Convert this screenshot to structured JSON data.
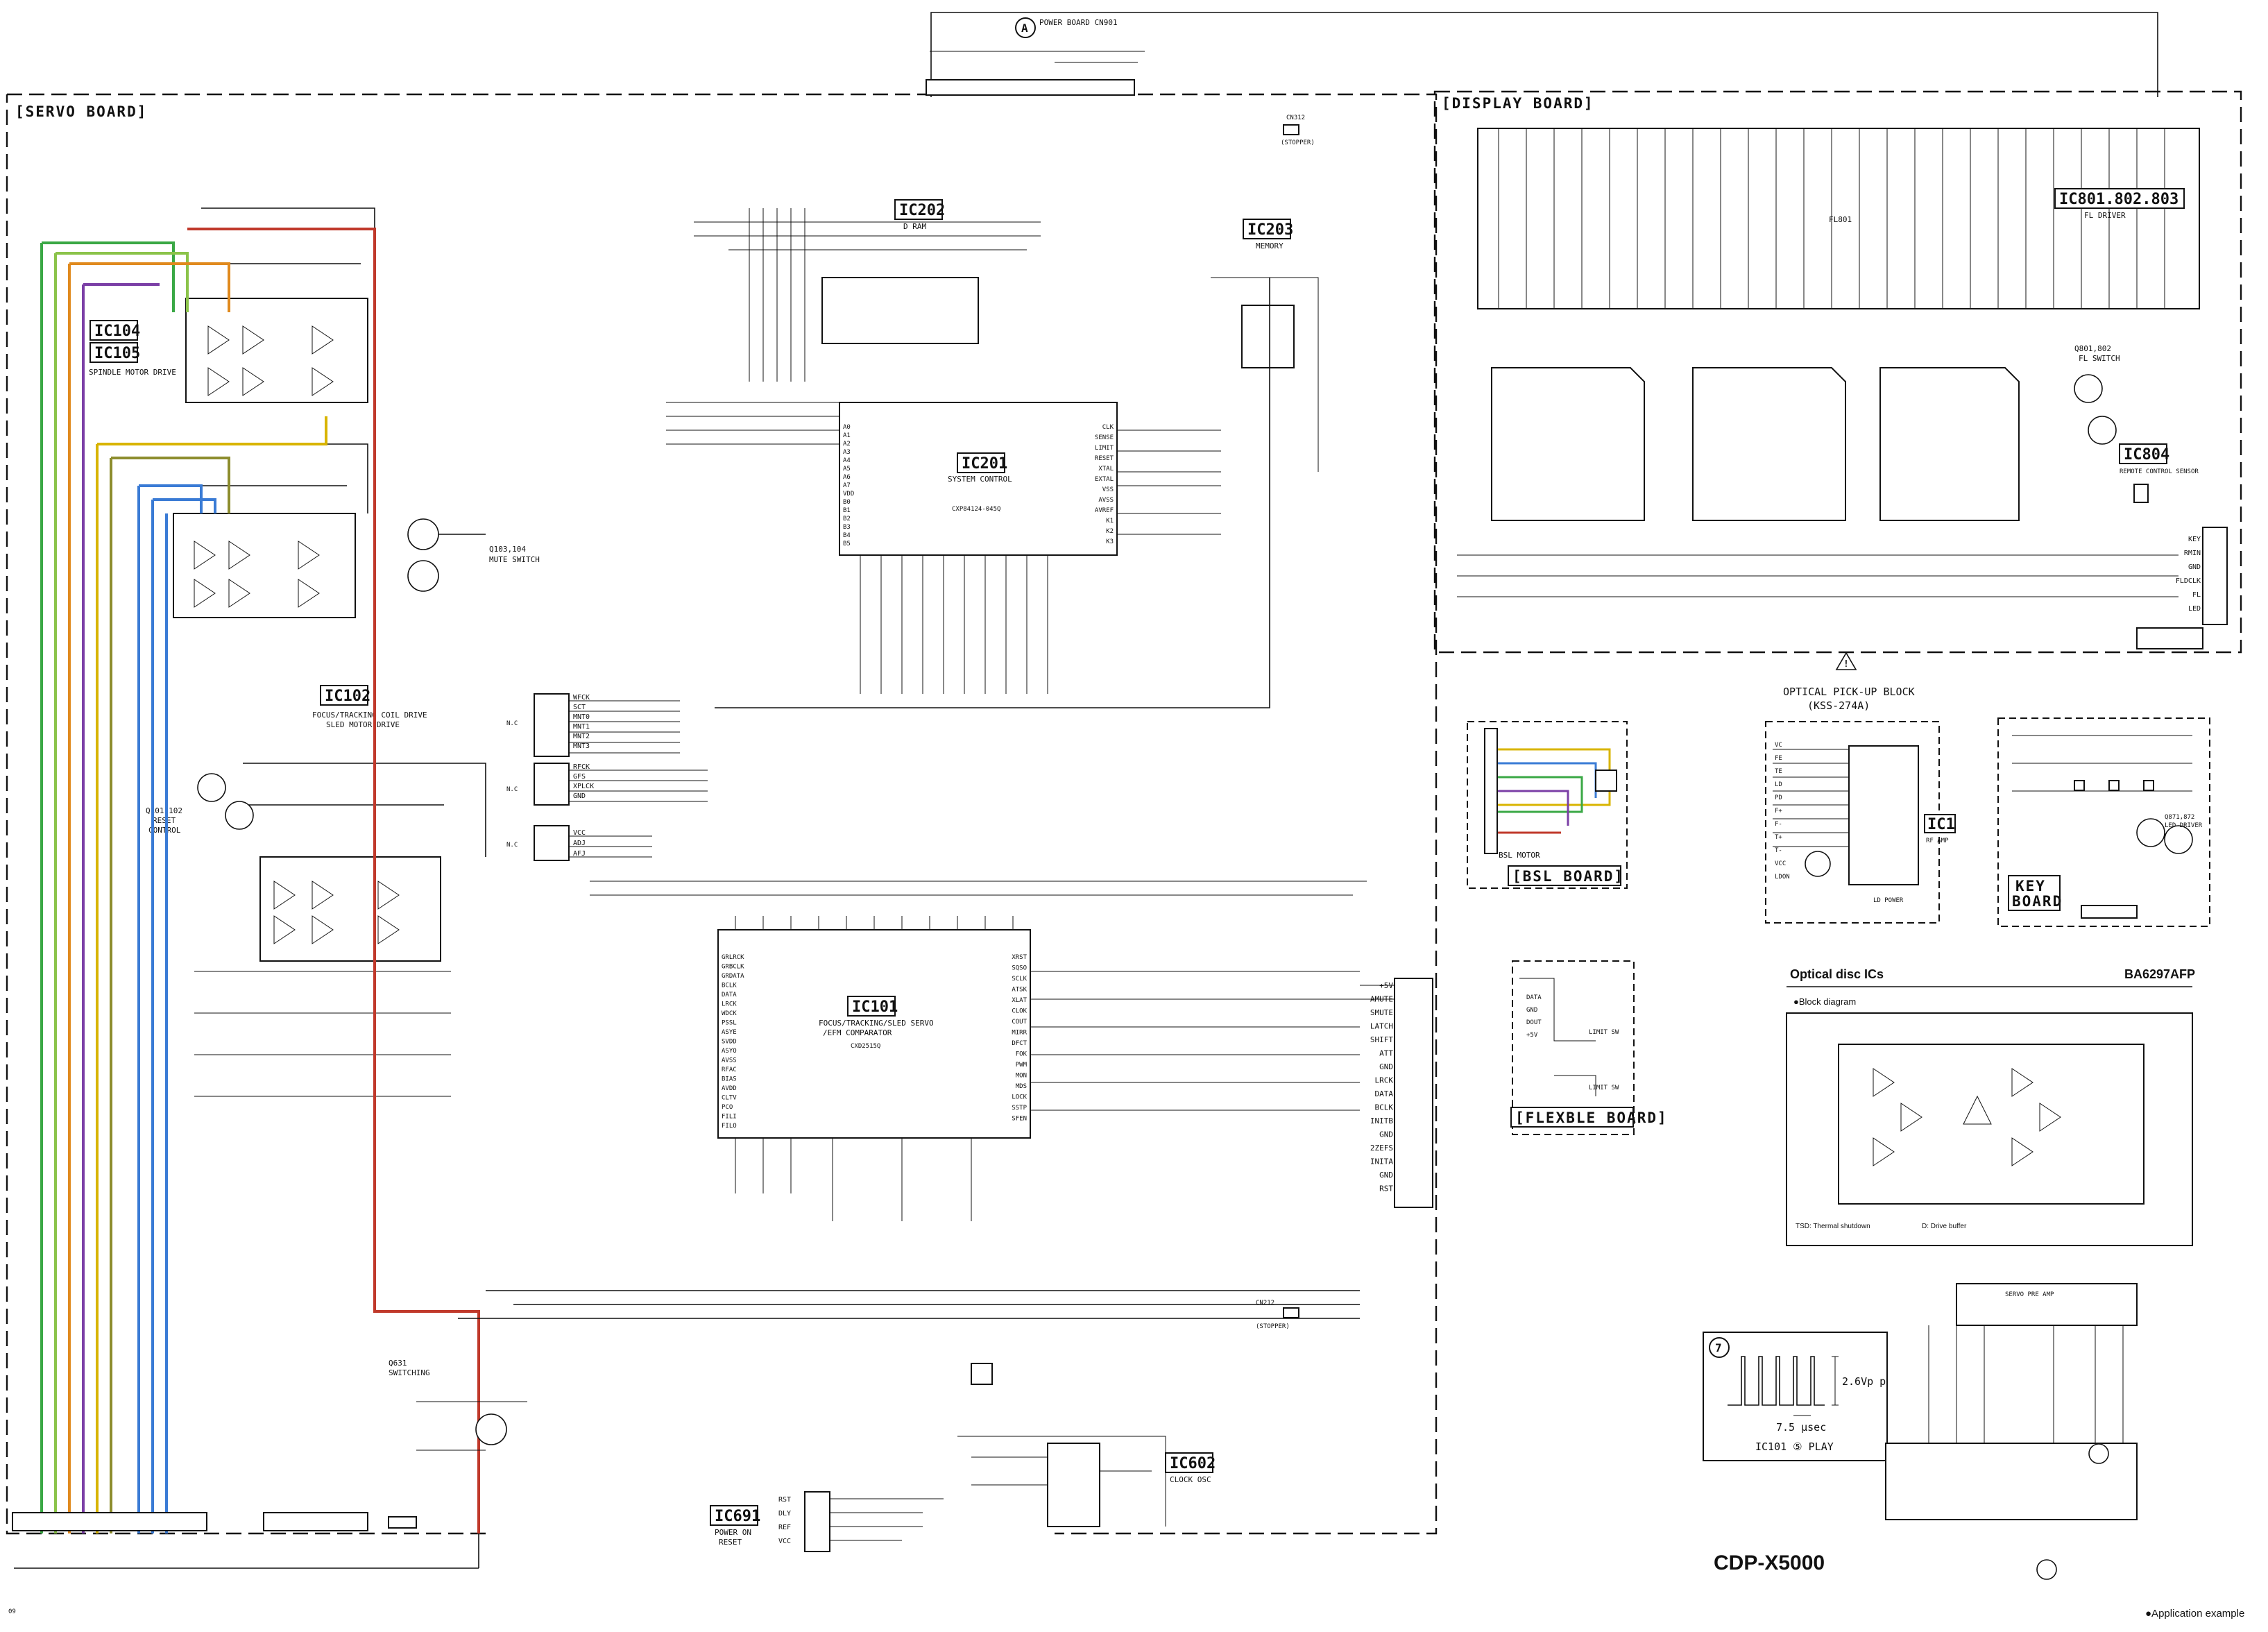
{
  "boards": {
    "servo": "[SERVO BOARD]",
    "display": "[DISPLAY BOARD]",
    "bsl": "[BSL BOARD]",
    "flexible": "[FLEXBLE BOARD]",
    "key": "KEY BOARD",
    "power_ref": "POWER BOARD CN901"
  },
  "ics": {
    "ic104": "IC104",
    "ic105": "IC105",
    "ic104_desc": "SPINDLE MOTOR DRIVE",
    "ic102": "IC102",
    "ic102_desc": [
      "FOCUS/TRACKING COIL DRIVE",
      "SLED MOTOR DRIVE"
    ],
    "ic202": "IC202",
    "ic202_desc": "D RAM",
    "ic203": "IC203",
    "ic203_desc": "MEMORY",
    "ic201": "IC201",
    "ic201_desc": "SYSTEM CONTROL",
    "ic201_part": "CXP84124-045Q",
    "ic101": "IC101",
    "ic101_desc": [
      "FOCUS/TRACKING/SLED SERVO",
      "/EFM COMPARATOR"
    ],
    "ic101_part": "CXD2515Q",
    "ic602": "IC602",
    "ic602_desc": "CLOCK OSC",
    "ic691": "IC691",
    "ic691_desc": [
      "POWER ON",
      "RESET"
    ],
    "ic801": "IC801.802.803",
    "ic801_desc": "FL DRIVER",
    "ic804": "IC804",
    "ic804_desc": "REMOTE CONTROL SENSOR",
    "ic1": "IC1",
    "ic1_desc": "RF AMP"
  },
  "labels": {
    "mute_switch": [
      "Q103,104",
      "MUTE SWITCH"
    ],
    "reset_control": [
      "Q101,102",
      "RESET",
      "CONTROL"
    ],
    "switching": [
      "Q631",
      "SWITCHING"
    ],
    "stopper1": [
      "CN312",
      "(STOPPER)"
    ],
    "stopper2": [
      "CN212",
      "(STOPPER)"
    ],
    "nc": "N.C",
    "pickup_title": "OPTICAL PICK-UP BLOCK",
    "pickup_model": "(KSS-274A)",
    "ld_power": "LD POWER",
    "fl_switch": [
      "Q801,802",
      "FL SWITCH"
    ],
    "led_driver": [
      "Q871,872",
      "LED DRIVER"
    ],
    "limit_sw": "LIMIT SW",
    "bsl_motor": "BSL MOTOR",
    "ic101_play": "IC101 ⑤ PLAY",
    "vpp": "2.6Vp p",
    "period": "7.5 μsec",
    "ic_note_title": "Optical disc ICs",
    "ic_note_part": "BA6297AFP",
    "block_diagram": "●Block diagram",
    "tsd_note": "TSD: Thermal shutdown",
    "drive_buffer": "D: Drive buffer",
    "app_example": "●Application example",
    "servo_pre_amp": "SERVO PRE AMP",
    "model": "CDP-X5000",
    "page": "09",
    "fl_module": "FL801"
  },
  "connector_signals": [
    "+5V",
    "AMUTE",
    "SMUTE",
    "LATCH",
    "SHIFT",
    "ATT",
    "GND",
    "LRCK",
    "DATA",
    "BCLK",
    "INITB",
    "GND",
    "2ZEFS",
    "INITA",
    "GND",
    "RST"
  ],
  "flex_signals": [
    "DATA",
    "GND",
    "DOUT",
    "+5V"
  ],
  "ic101_left_pins": [
    "GRLRCK",
    "GRBCLK",
    "GRDATA",
    "BCLK",
    "DATA",
    "LRCK",
    "WDCK",
    "PSSL",
    "ASYE",
    "SVDD",
    "ASYO",
    "AVSS",
    "RFAC",
    "BIAS",
    "AVDD",
    "CLTV",
    "PCO",
    "FILI",
    "FILO"
  ],
  "ic101_right_pins": [
    "XRST",
    "SQSO",
    "SCLK",
    "ATSK",
    "XLAT",
    "CLOK",
    "COUT",
    "MIRR",
    "DFCT",
    "FOK",
    "PWM",
    "MON",
    "MDS",
    "LOCK",
    "SSTP",
    "SFEN"
  ],
  "ic201_right_pins": [
    "CLK",
    "SENSE",
    "LIMIT",
    "RESET",
    "XTAL",
    "EXTAL",
    "VSS",
    "AVSS",
    "AVREF",
    "K1",
    "K2",
    "K3"
  ],
  "ic201_left_pins": [
    "A0",
    "A1",
    "A2",
    "A3",
    "A4",
    "A5",
    "A6",
    "A7",
    "VDD",
    "B0",
    "B1",
    "B2",
    "B3",
    "B4",
    "B5"
  ],
  "wfck_group": [
    "WFCK",
    "SCT",
    "MNT0",
    "MNT1",
    "MNT2",
    "MNT3"
  ],
  "rfck_group": [
    "RFCK",
    "GFS",
    "XPLCK",
    "GND"
  ],
  "vcc_group": [
    "VCC",
    "ADJ",
    "AFJ"
  ],
  "ic691_pins": [
    "RST",
    "DLY",
    "REF",
    "VCC"
  ],
  "display_cn": [
    "KEY",
    "RMIN",
    "GND",
    "FLDCLK",
    "FL",
    "LED"
  ],
  "pickup_pins": [
    "VC",
    "FE",
    "TE",
    "LD",
    "PD",
    "F+",
    "F-",
    "T+",
    "T-",
    "VCC",
    "LDON"
  ],
  "colors": {
    "red": "#c0392b",
    "green": "#3aa845",
    "lime": "#8bc34a",
    "yellow": "#d8b400",
    "blue": "#3a7bd5",
    "purple": "#7b3fa6",
    "orange": "#e08a1e",
    "olive": "#8d8d2e"
  }
}
